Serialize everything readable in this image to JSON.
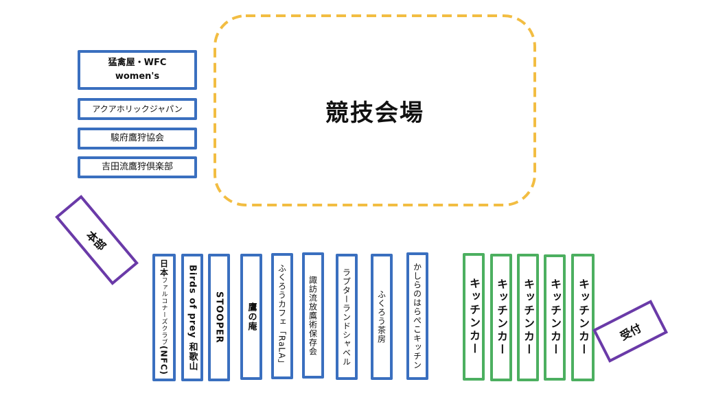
{
  "arena": {
    "label": "競技会場",
    "border_color": "#f2bd42"
  },
  "colors": {
    "vendor": "#3a6fbf",
    "kitchen": "#4caf60",
    "staff": "#6a3aa8"
  },
  "left_vendors": [
    {
      "line1": "猛禽屋・WFC",
      "line2": "women's"
    },
    {
      "label": "アクアホリックジャパン"
    },
    {
      "label": "駿府鷹狩協会"
    },
    {
      "label": "吉田流鷹狩倶楽部"
    }
  ],
  "headquarters": {
    "label": "本部"
  },
  "reception": {
    "label": "受付"
  },
  "bottom_vendors": [
    {
      "prefix": "日本",
      "small": "ファルコナーズクラブ",
      "suffix": "(NFC)"
    },
    {
      "label": "Birds of prey 和歌山"
    },
    {
      "label": "STOOPER"
    },
    {
      "label": "鷹の庵"
    },
    {
      "label": "ふくろうカフェ「RaLA」"
    },
    {
      "label": "諏訪流放鷹術保存会"
    },
    {
      "label": "ラプターランドシャベル"
    },
    {
      "label": "ふくろう茶房"
    },
    {
      "label": "かしらのはらぺこキッチン"
    }
  ],
  "kitchen_cars": [
    {
      "label": "キッチンカー"
    },
    {
      "label": "キッチンカー"
    },
    {
      "label": "キッチンカー"
    },
    {
      "label": "キッチンカー"
    },
    {
      "label": "キッチンカー"
    }
  ]
}
